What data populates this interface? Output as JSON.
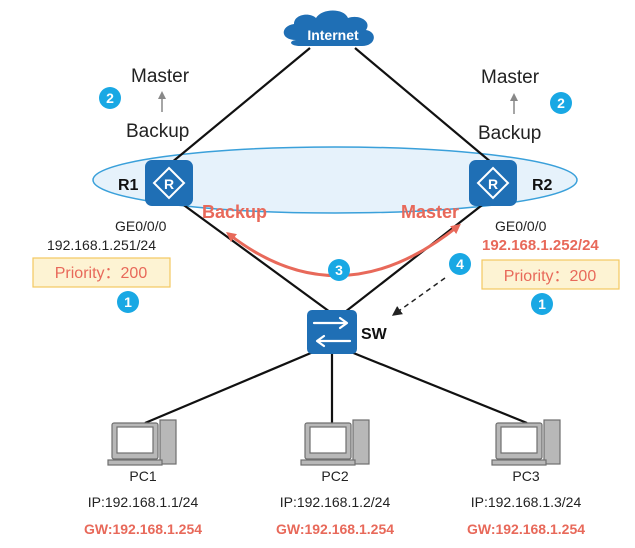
{
  "internet": {
    "label": "Internet"
  },
  "routers": {
    "r1": {
      "name": "R1",
      "icon": "router-icon",
      "interface": "GE0/0/0",
      "ip": "192.168.1.251/24",
      "priority": "Priority：200",
      "state": "Backup",
      "transition_from": "Backup",
      "transition_to": "Master",
      "step": "2",
      "priority_step": "1"
    },
    "r2": {
      "name": "R2",
      "icon": "router-icon",
      "interface": "GE0/0/0",
      "ip": "192.168.1.252/24",
      "priority": "Priority：200",
      "state": "Master",
      "transition_from": "Backup",
      "transition_to": "Master",
      "step": "2",
      "priority_step": "1"
    }
  },
  "switch": {
    "name": "SW",
    "icon": "switch-icon"
  },
  "steps": {
    "negotiation": "3",
    "link_notify": "4"
  },
  "pcs": [
    {
      "name": "PC1",
      "ip": "IP:192.168.1.1/24",
      "gw": "GW:192.168.1.254"
    },
    {
      "name": "PC2",
      "ip": "IP:192.168.1.2/24",
      "gw": "GW:192.168.1.254"
    },
    {
      "name": "PC3",
      "ip": "IP:192.168.1.3/24",
      "gw": "GW:192.168.1.254"
    }
  ],
  "colors": {
    "accent_red": "#e8695a",
    "device_blue": "#1f6fb5",
    "badge_blue": "#19a8e4",
    "vrrp_group_fill": "#e6f2fb",
    "vrrp_group_stroke": "#3aa0da",
    "priority_fill": "#fdf3d3",
    "priority_stroke": "#f3c860"
  }
}
